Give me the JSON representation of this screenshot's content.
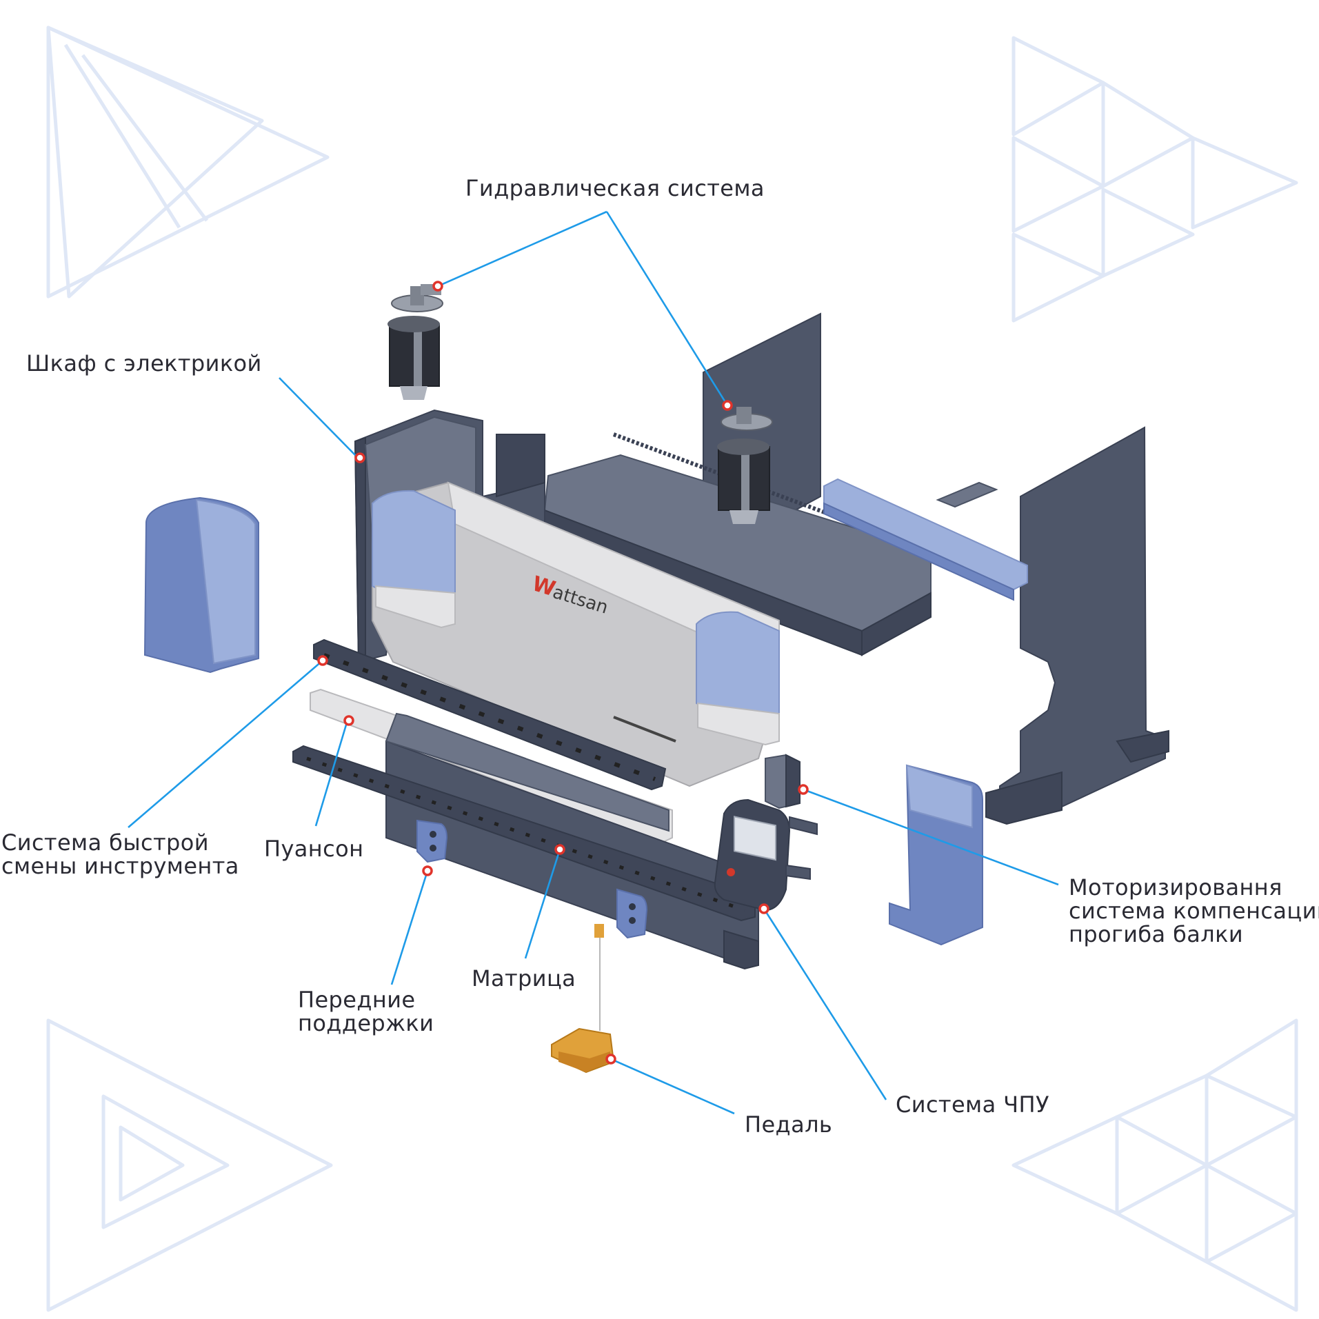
{
  "brand": "Wattsan",
  "colors": {
    "leader_line": "#1e9be8",
    "marker": "#e0342b",
    "decor": "#dfe7f6",
    "steel": "#4e5669",
    "covers": "#6f86c1",
    "pedal": "#e0a13a"
  },
  "labels": {
    "hydraulic": "Гидравлическая система",
    "cabinet": "Шкаф с электрикой",
    "quick_change": [
      "Система быстрой",
      "смены инструмента"
    ],
    "punch": "Пуансон",
    "motorized": [
      "Моторизировання",
      "система компенсации",
      "прогиба балки"
    ],
    "matrix": "Матрица",
    "front_supports": [
      "Передние",
      "поддержки"
    ],
    "cnc": "Система ЧПУ",
    "pedal": "Педаль"
  }
}
